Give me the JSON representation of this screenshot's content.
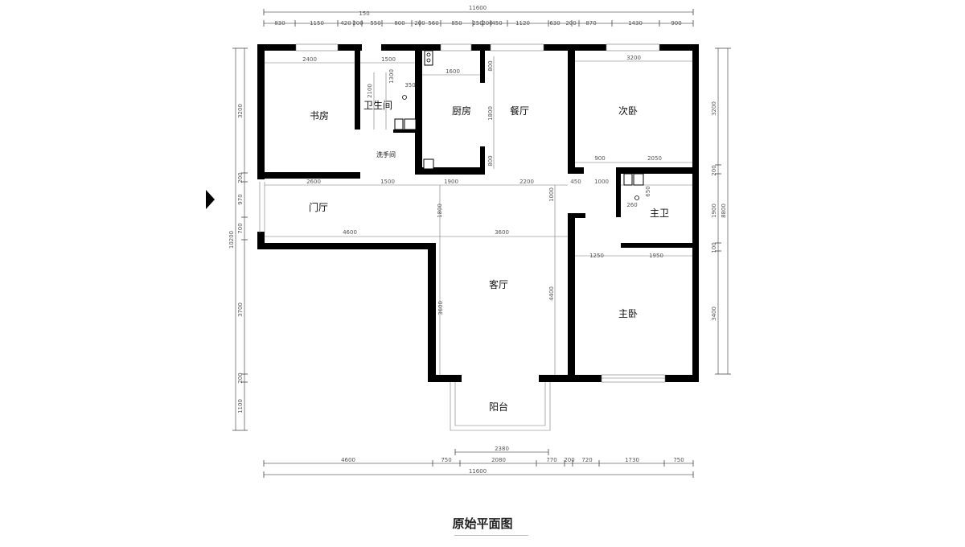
{
  "title": "原始平面图",
  "rooms": {
    "study": "书房",
    "wc": "卫生间",
    "kitchen": "厨房",
    "dining": "餐厅",
    "second_bedroom": "次卧",
    "wash": "洗手间",
    "foyer": "门厅",
    "master_bath": "主卫",
    "living": "客厅",
    "master_bedroom": "主卧",
    "balcony": "阳台"
  },
  "dims": {
    "top_total": "11600",
    "top_small": "150",
    "top_830": "830",
    "top_1150": "1150",
    "top_420": "420",
    "top_200a": "200",
    "top_550": "550",
    "top_800": "800",
    "top_200b": "200",
    "top_560": "560",
    "top_850": "850",
    "top_250": "250",
    "top_200c": "200",
    "top_450": "450",
    "top_1120": "1120",
    "top_630": "630",
    "top_200d": "200",
    "top_870": "870",
    "top_1430": "1430",
    "top_900": "900",
    "bot_4600": "4600",
    "bot_750": "750",
    "bot_2080": "2080",
    "bot_770": "770",
    "bot_200": "200",
    "bot_720": "720",
    "bot_1730": "1730",
    "bot_750b": "750",
    "bot_2380": "2380",
    "bot_total": "11600",
    "left_3200": "3200",
    "left_200": "200",
    "left_970": "970",
    "left_700": "700",
    "left_10200": "10200",
    "left_3700": "3700",
    "left_200b": "200",
    "left_1100": "1100",
    "right_3200": "3200",
    "right_200": "200",
    "right_1900": "1900",
    "right_8800": "8800",
    "right_100": "100",
    "right_3400": "3400",
    "in_2400": "2400",
    "in_1500a": "1500",
    "in_2100": "2100",
    "in_1300": "1300",
    "in_350": "350",
    "in_1600": "1600",
    "in_800a": "800",
    "in_1800a": "1800",
    "in_800b": "800",
    "in_3200": "3200",
    "in_900": "900",
    "in_2050": "2050",
    "in_2600": "2600",
    "in_1500b": "1500",
    "in_1900": "1900",
    "in_2200": "2200",
    "in_1000a": "1000",
    "in_450": "450",
    "in_1000b": "1000",
    "in_650": "650",
    "in_260": "260",
    "in_1800b": "1800",
    "in_4600": "4600",
    "in_3600a": "3600",
    "in_1250": "1250",
    "in_1950": "1950",
    "in_3600b": "3600",
    "in_4400": "4400"
  },
  "colors": {
    "wall": "#000000",
    "dim": "#666666",
    "background": "#ffffff"
  }
}
